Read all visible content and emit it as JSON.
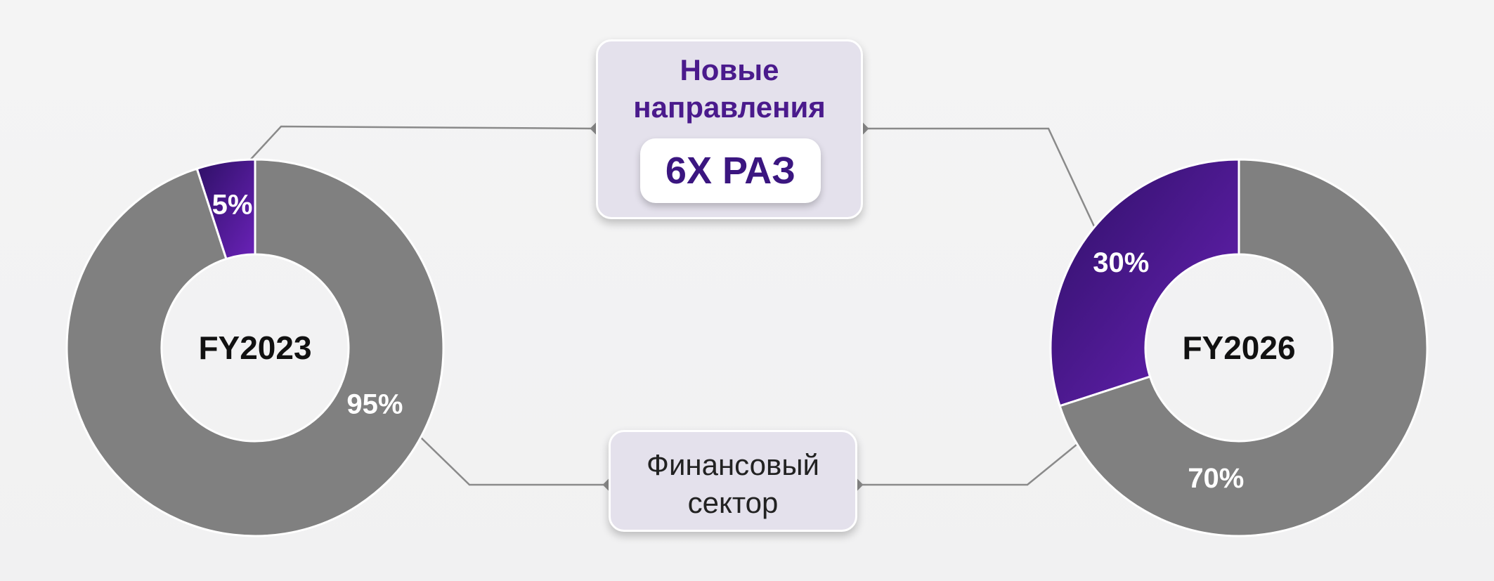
{
  "chart_data": [
    {
      "type": "pie",
      "center_label": "FY2023",
      "slices": [
        {
          "label": "5%",
          "value": 5,
          "color": "#5a1fa5"
        },
        {
          "label": "95%",
          "value": 95,
          "color": "#808080"
        }
      ]
    },
    {
      "type": "pie",
      "center_label": "FY2026",
      "slices": [
        {
          "label": "30%",
          "value": 30,
          "color": "#5a1fa5"
        },
        {
          "label": "70%",
          "value": 70,
          "color": "#808080"
        }
      ]
    }
  ],
  "callouts": {
    "new_directions": {
      "label": "Новые направления",
      "badge": "6X РАЗ"
    },
    "financial": {
      "label": "Финансовый сектор"
    }
  }
}
